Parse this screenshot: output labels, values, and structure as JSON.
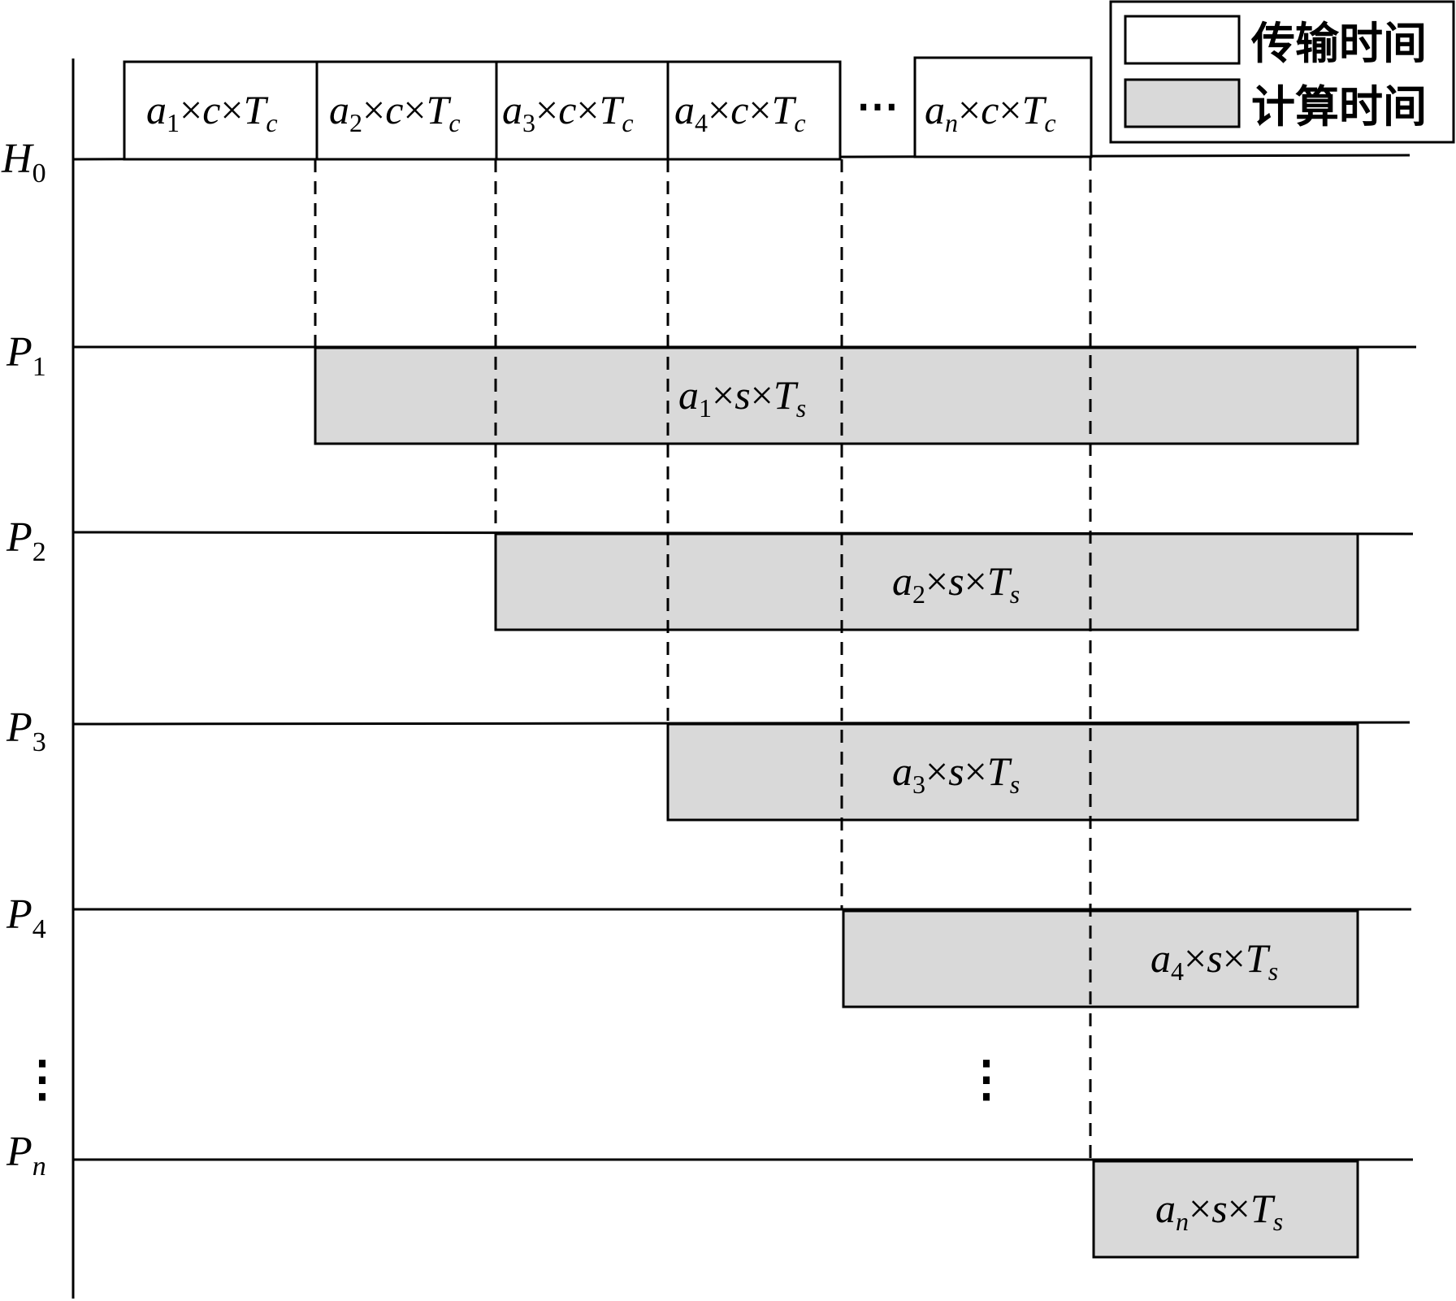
{
  "legend": {
    "transfer_label": "传输时间",
    "compute_label": "计算时间",
    "transfer_color": "#ffffff",
    "compute_color": "#d9d9d9"
  },
  "rows": {
    "h0": {
      "base": "H",
      "sub": "0"
    },
    "p1": {
      "base": "P",
      "sub": "1"
    },
    "p2": {
      "base": "P",
      "sub": "2"
    },
    "p3": {
      "base": "P",
      "sub": "3"
    },
    "p4": {
      "base": "P",
      "sub": "4"
    },
    "pn": {
      "base": "P",
      "sub": "n"
    }
  },
  "ellipsis": {
    "horizontal": "⋯",
    "vertical": "⋮"
  },
  "transfer_blocks": [
    {
      "a": "a",
      "a_sub": "1",
      "times": "×",
      "c": "c",
      "T": "T",
      "T_sub": "c"
    },
    {
      "a": "a",
      "a_sub": "2",
      "times": "×",
      "c": "c",
      "T": "T",
      "T_sub": "c"
    },
    {
      "a": "a",
      "a_sub": "3",
      "times": "×",
      "c": "c",
      "T": "T",
      "T_sub": "c"
    },
    {
      "a": "a",
      "a_sub": "4",
      "times": "×",
      "c": "c",
      "T": "T",
      "T_sub": "c"
    },
    {
      "a": "a",
      "a_sub": "n",
      "times": "×",
      "c": "c",
      "T": "T",
      "T_sub": "c"
    }
  ],
  "compute_blocks": [
    {
      "a": "a",
      "a_sub": "1",
      "times": "×",
      "s": "s",
      "T": "T",
      "T_sub": "s"
    },
    {
      "a": "a",
      "a_sub": "2",
      "times": "×",
      "s": "s",
      "T": "T",
      "T_sub": "s"
    },
    {
      "a": "a",
      "a_sub": "3",
      "times": "×",
      "s": "s",
      "T": "T",
      "T_sub": "s"
    },
    {
      "a": "a",
      "a_sub": "4",
      "times": "×",
      "s": "s",
      "T": "T",
      "T_sub": "s"
    },
    {
      "a": "a",
      "a_sub": "n",
      "times": "×",
      "s": "s",
      "T": "T",
      "T_sub": "s"
    }
  ]
}
